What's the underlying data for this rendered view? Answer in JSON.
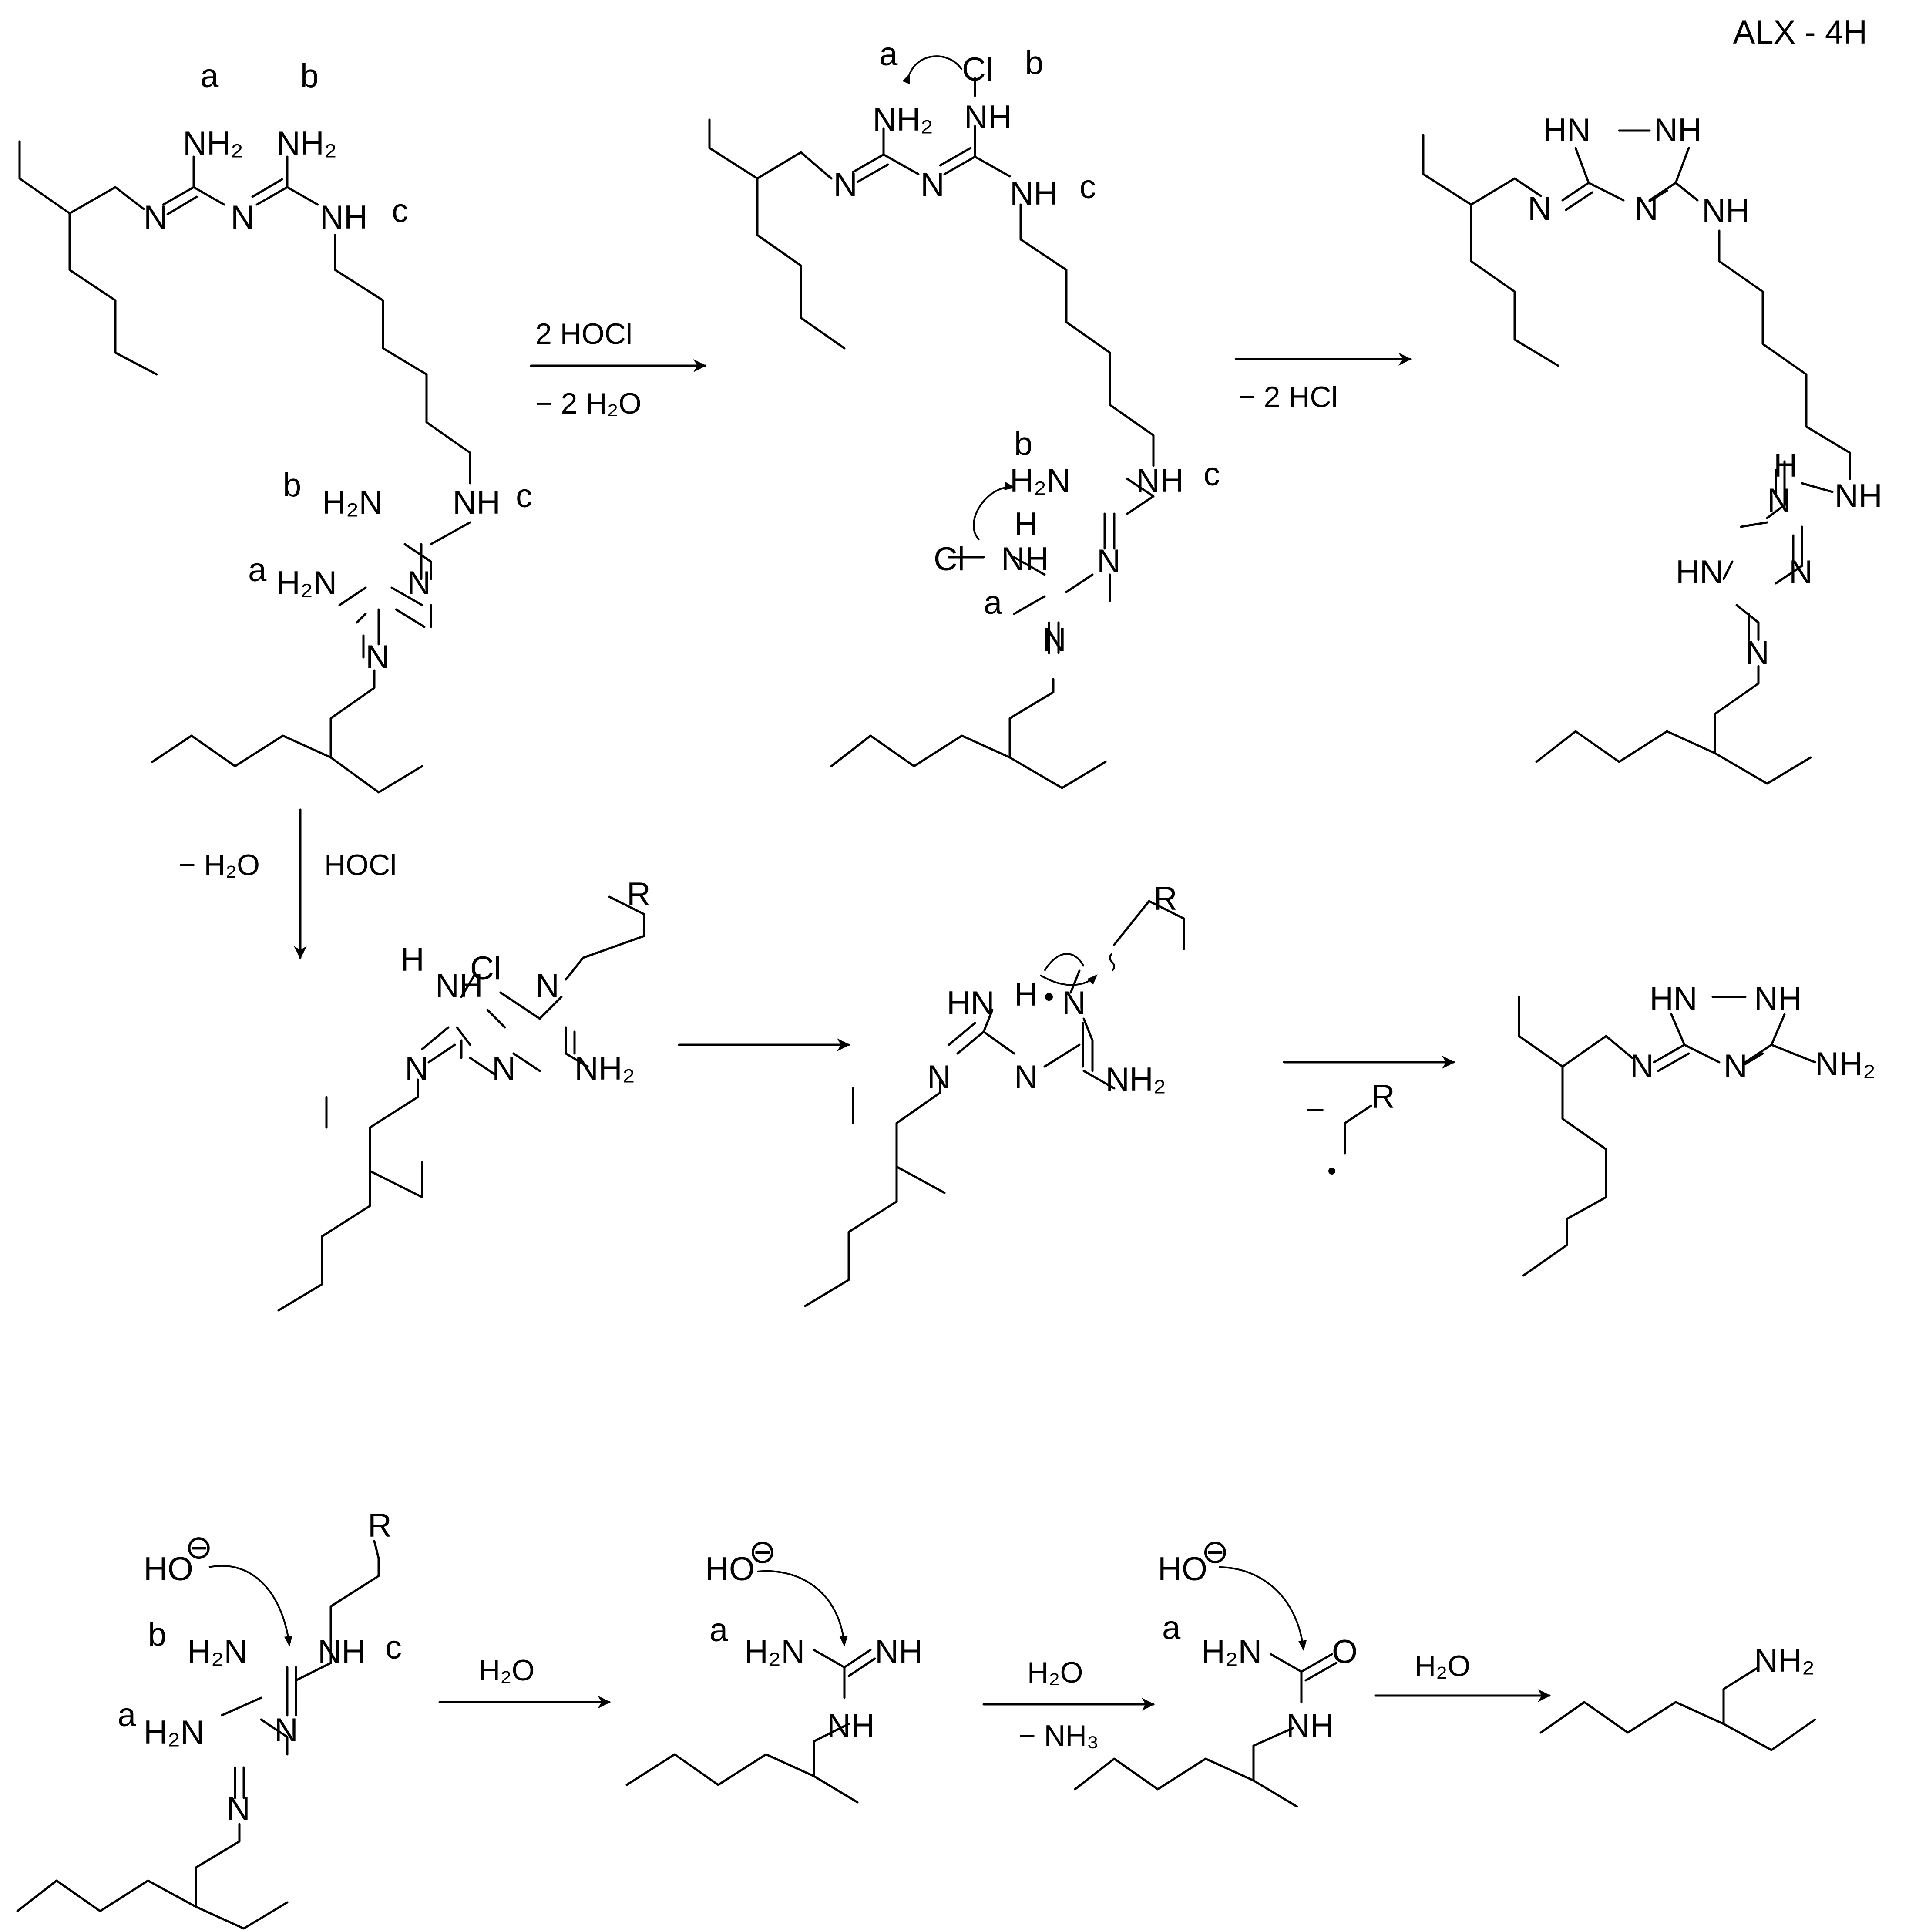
{
  "corner_label": "ALX - 4H",
  "labels": {
    "NH2": "NH₂",
    "H2N": "H₂N",
    "NH": "NH",
    "N": "N",
    "HN": "HN",
    "H": "H",
    "Cl": "Cl",
    "R": "R",
    "O": "O",
    "HO": "HO",
    "minus": "−",
    "neg_charge": "⊖",
    "a": "a",
    "b": "b",
    "c": "c"
  },
  "conditions": {
    "step1_top": "2 HOCl",
    "step1_bottom": "− 2 H₂O",
    "step2_bottom": "− 2 HCl",
    "step3_left": "− H₂O",
    "step3_right": "HOCl",
    "row3_h2o_1": "H₂O",
    "row3_h2o_2": "H₂O",
    "row3_nh3": "− NH₃",
    "row3_h2o_3": "H₂O"
  }
}
